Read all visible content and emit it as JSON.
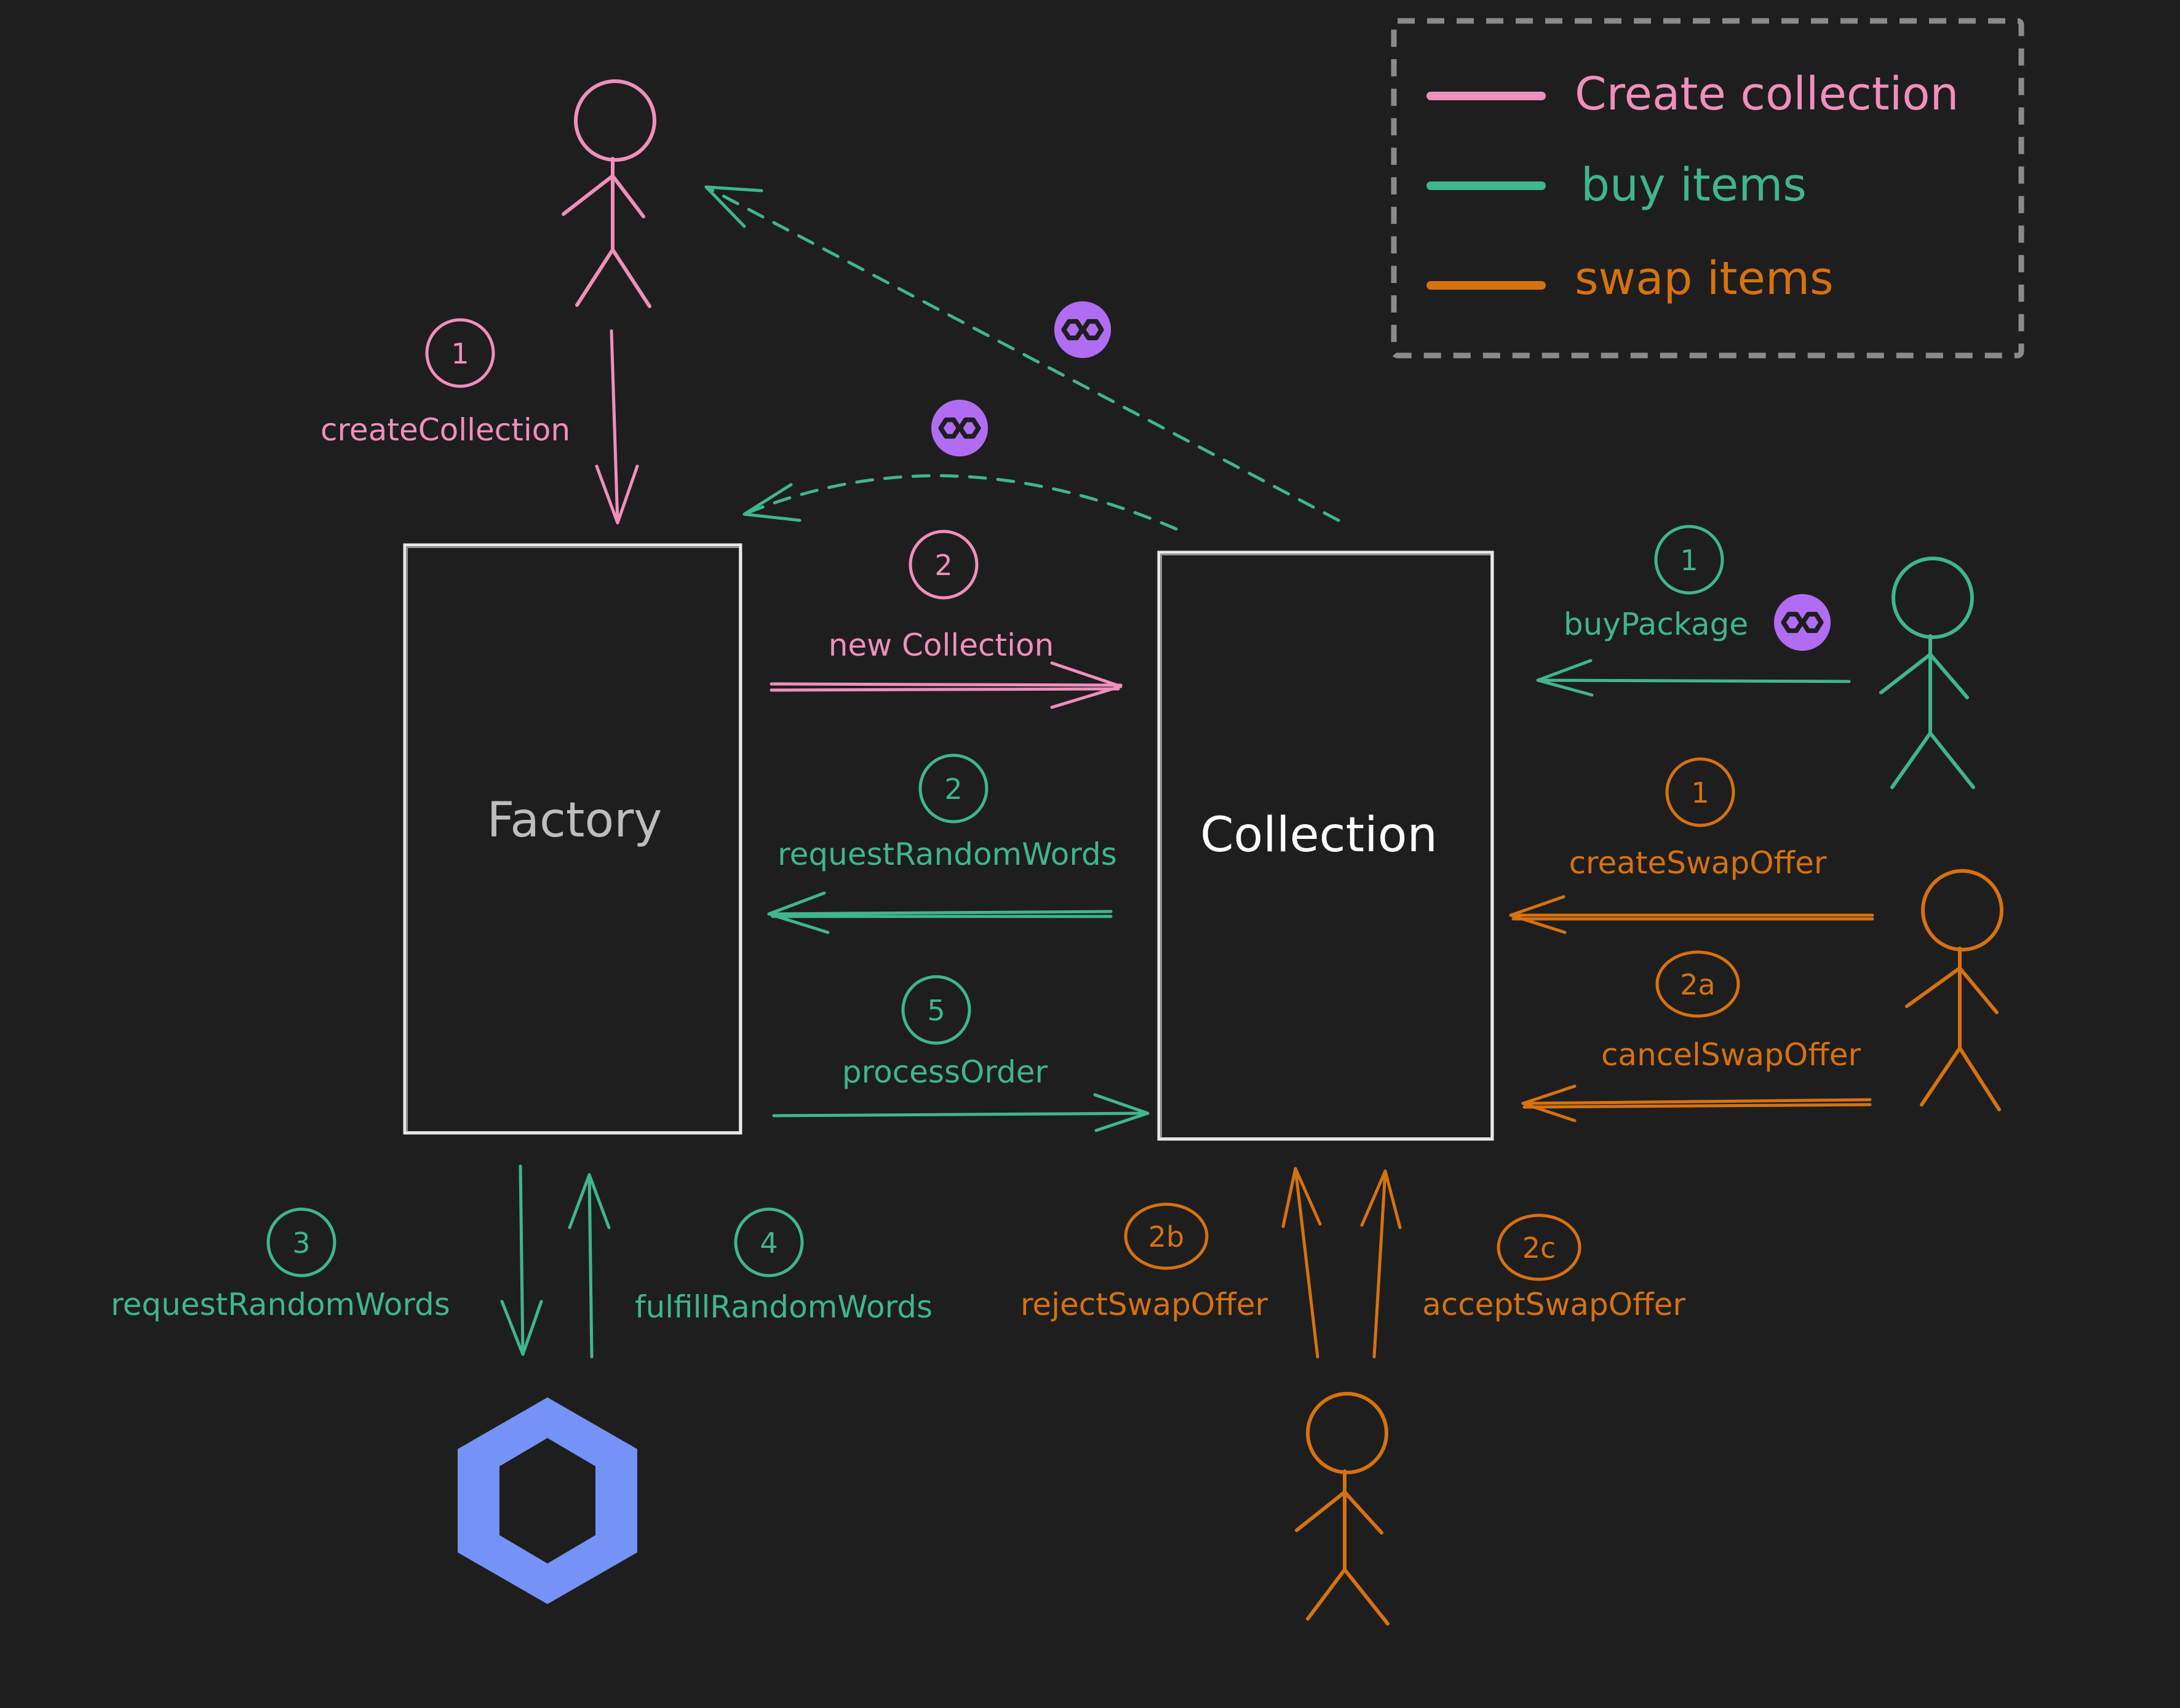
{
  "colors": {
    "background": "#1e1e1f",
    "create": "#f08fbb",
    "buy": "#3fb68b",
    "swap": "#d6720f",
    "box_stroke": "#e8e8e8",
    "factory_text": "#bdbdbd",
    "collection_text": "#ffffff",
    "legend_border": "#8a8a8a",
    "polygon_badge": "#b16df2",
    "chainlink": "#7592f7"
  },
  "legend": {
    "create": "Create collection",
    "buy": "buy items",
    "swap": "swap items"
  },
  "boxes": {
    "factory": "Factory",
    "collection": "Collection"
  },
  "labels": {
    "create_collection": "createCollection",
    "new_collection": "new Collection",
    "request_random_words_mid": "requestRandomWords",
    "process_order": "processOrder",
    "buy_package": "buyPackage",
    "create_swap_offer": "createSwapOffer",
    "cancel_swap_offer": "cancelSwapOffer",
    "request_random_words_bottom": "requestRandomWords",
    "fulfill_random_words": "fulfillRandomWords",
    "reject_swap_offer": "rejectSwapOffer",
    "accept_swap_offer": "acceptSwapOffer"
  },
  "steps": {
    "create_collection": "1",
    "new_collection": "2",
    "request_random_words_mid": "2",
    "process_order": "5",
    "buy_package": "1",
    "create_swap_offer": "1",
    "cancel_swap_offer": "2a",
    "request_random_words_bottom": "3",
    "fulfill_random_words": "4",
    "reject_swap_offer": "2b",
    "accept_swap_offer": "2c"
  },
  "icons": {
    "actor": "stick-figure-icon",
    "polygon": "polygon-logo-icon",
    "chainlink": "chainlink-logo-icon"
  }
}
